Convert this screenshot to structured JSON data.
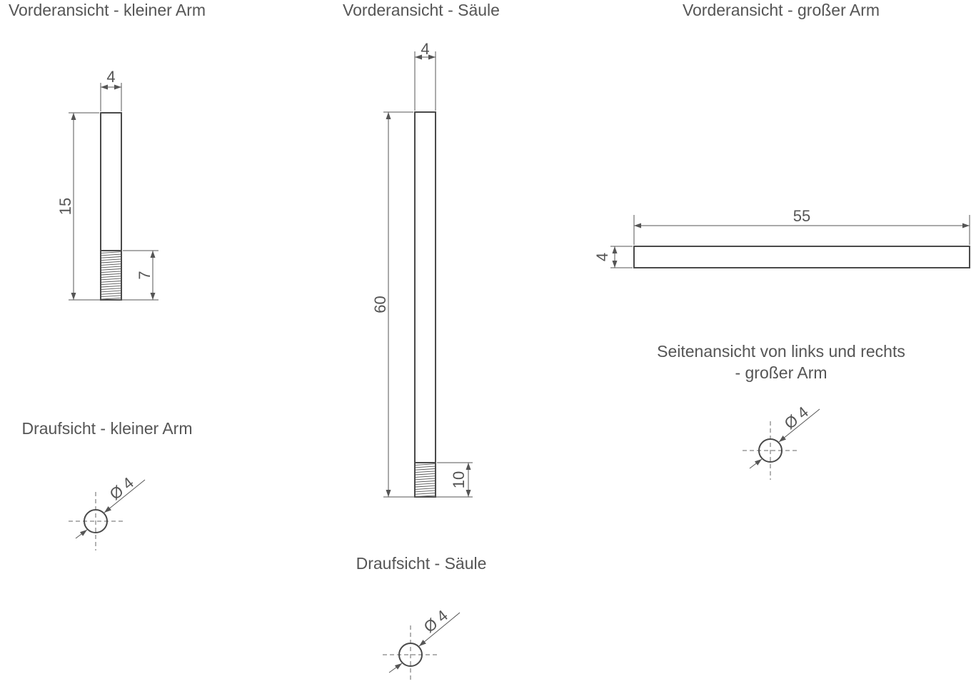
{
  "titles": {
    "front_small_arm": "Vorderansicht - kleiner Arm",
    "front_column": "Vorderansicht - Säule",
    "front_large_arm": "Vorderansicht - großer Arm",
    "top_small_arm": "Draufsicht - kleiner Arm",
    "top_column": "Draufsicht - Säule",
    "side_large_arm_line1": "Seitenansicht von links und rechts",
    "side_large_arm_line2": "- großer Arm"
  },
  "dimensions": {
    "small_arm_width": "4",
    "small_arm_length": "15",
    "small_arm_thread": "7",
    "column_width": "4",
    "column_length": "60",
    "column_thread": "10",
    "large_arm_length": "55",
    "large_arm_height": "4",
    "dia_small_arm": "Ø 4",
    "dia_column": "Ø 4",
    "dia_large_arm": "Ø 4"
  },
  "colors": {
    "line": "#4a4a4a",
    "text": "#555555",
    "background": "#ffffff"
  }
}
